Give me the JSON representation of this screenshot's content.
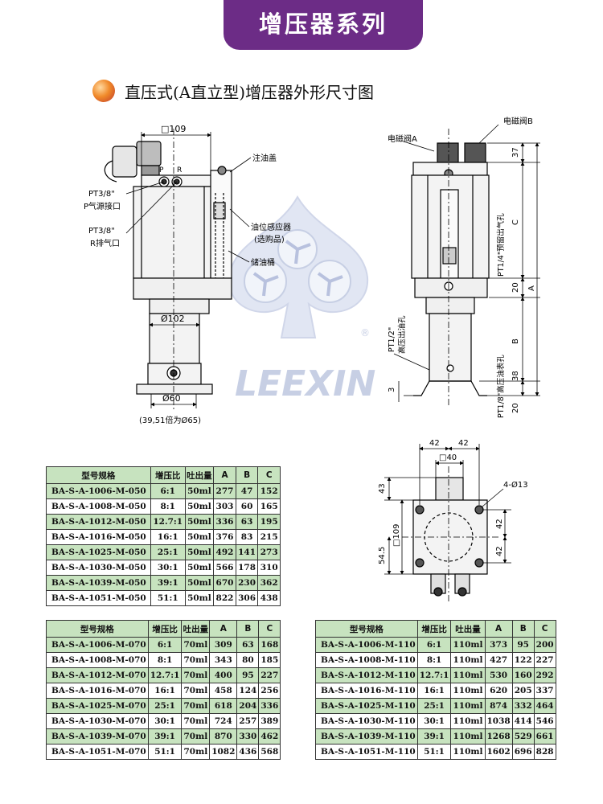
{
  "banner": {
    "title": "增压器系列"
  },
  "heading": {
    "text": "直压式(A直立型)增压器外形尺寸图"
  },
  "drawing_labels": {
    "dim_109_top": "□109",
    "oil_cap": "注油盖",
    "pt38_p": "PT3/8\"",
    "p_air_source": "P气源接口",
    "pt38_r": "PT3/8\"",
    "r_exhaust": "R排气口",
    "oil_sensor": "油位感应器",
    "oil_sensor_opt": "(选购品)",
    "oil_tank": "储油桶",
    "dia_102": "Ø102",
    "dia_60": "Ø60",
    "note_6065": "(39,51倍为Ø65)",
    "p_mark": "P",
    "r_mark": "R",
    "valve_a": "电磁阀A",
    "valve_b": "电磁阀B",
    "dim_37": "37",
    "dim_c": "C",
    "dim_a": "A",
    "dim_20a": "20",
    "dim_b": "B",
    "dim_38": "38",
    "dim_20b": "20",
    "dim_3": "3",
    "pt14_reserve": "PT1/4\"预留出气孔",
    "pt12_hp": "PT1/2\"",
    "hp_oil_out": "高压出油孔",
    "pt18_gauge": "PT1/8\"高压油表孔",
    "brand": "LEEXIN",
    "reg": "®",
    "dim_42a": "42",
    "dim_42b": "42",
    "dim_40": "□40",
    "dim_4_13": "4-Ø13",
    "dim_43": "43",
    "dim_109_side": "□109",
    "dim_545": "54.5",
    "dim_42c": "42",
    "dim_42d": "42"
  },
  "tables": [
    {
      "headers": [
        "型号规格",
        "增压比",
        "吐出量",
        "A",
        "B",
        "C"
      ],
      "rows": [
        [
          "BA-S-A-1006-M-050",
          "6:1",
          "50ml",
          "277",
          "47",
          "152"
        ],
        [
          "BA-S-A-1008-M-050",
          "8:1",
          "50ml",
          "303",
          "60",
          "165"
        ],
        [
          "BA-S-A-1012-M-050",
          "12.7:1",
          "50ml",
          "336",
          "63",
          "195"
        ],
        [
          "BA-S-A-1016-M-050",
          "16:1",
          "50ml",
          "376",
          "83",
          "215"
        ],
        [
          "BA-S-A-1025-M-050",
          "25:1",
          "50ml",
          "492",
          "141",
          "273"
        ],
        [
          "BA-S-A-1030-M-050",
          "30:1",
          "50ml",
          "566",
          "178",
          "310"
        ],
        [
          "BA-S-A-1039-M-050",
          "39:1",
          "50ml",
          "670",
          "230",
          "362"
        ],
        [
          "BA-S-A-1051-M-050",
          "51:1",
          "50ml",
          "822",
          "306",
          "438"
        ]
      ]
    },
    {
      "headers": [
        "型号规格",
        "增压比",
        "吐出量",
        "A",
        "B",
        "C"
      ],
      "rows": [
        [
          "BA-S-A-1006-M-070",
          "6:1",
          "70ml",
          "309",
          "63",
          "168"
        ],
        [
          "BA-S-A-1008-M-070",
          "8:1",
          "70ml",
          "343",
          "80",
          "185"
        ],
        [
          "BA-S-A-1012-M-070",
          "12.7:1",
          "70ml",
          "400",
          "95",
          "227"
        ],
        [
          "BA-S-A-1016-M-070",
          "16:1",
          "70ml",
          "458",
          "124",
          "256"
        ],
        [
          "BA-S-A-1025-M-070",
          "25:1",
          "70ml",
          "618",
          "204",
          "336"
        ],
        [
          "BA-S-A-1030-M-070",
          "30:1",
          "70ml",
          "724",
          "257",
          "389"
        ],
        [
          "BA-S-A-1039-M-070",
          "39:1",
          "70ml",
          "870",
          "330",
          "462"
        ],
        [
          "BA-S-A-1051-M-070",
          "51:1",
          "70ml",
          "1082",
          "436",
          "568"
        ]
      ]
    },
    {
      "headers": [
        "型号规格",
        "增压比",
        "吐出量",
        "A",
        "B",
        "C"
      ],
      "rows": [
        [
          "BA-S-A-1006-M-110",
          "6:1",
          "110ml",
          "373",
          "95",
          "200"
        ],
        [
          "BA-S-A-1008-M-110",
          "8:1",
          "110ml",
          "427",
          "122",
          "227"
        ],
        [
          "BA-S-A-1012-M-110",
          "12.7:1",
          "110ml",
          "530",
          "160",
          "292"
        ],
        [
          "BA-S-A-1016-M-110",
          "16:1",
          "110ml",
          "620",
          "205",
          "337"
        ],
        [
          "BA-S-A-1025-M-110",
          "25:1",
          "110ml",
          "874",
          "332",
          "464"
        ],
        [
          "BA-S-A-1030-M-110",
          "30:1",
          "110ml",
          "1038",
          "414",
          "546"
        ],
        [
          "BA-S-A-1039-M-110",
          "39:1",
          "110ml",
          "1268",
          "529",
          "661"
        ],
        [
          "BA-S-A-1051-M-110",
          "51:1",
          "110ml",
          "1602",
          "696",
          "828"
        ]
      ]
    }
  ]
}
